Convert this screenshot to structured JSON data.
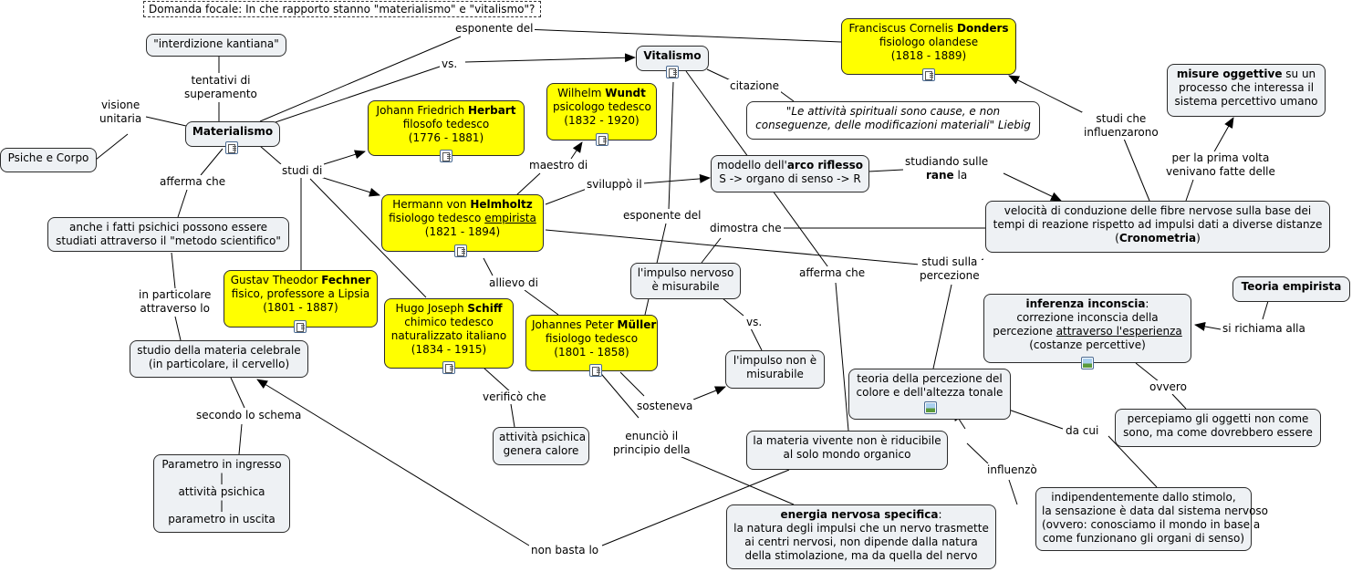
{
  "focal": "Domanda focale: In che rapporto stanno \"materialismo\" e \"vitalismo\"?",
  "nodes": {
    "interdizione": "\"interdizione kantiana\"",
    "materialismo": "Materialismo",
    "psiche": "Psiche e Corpo",
    "fatti_psichici": [
      "anche i fatti psichici possono essere",
      "studiati attraverso il \"metodo scientifico\""
    ],
    "studio_materia": [
      "studio della materia celebrale",
      "(in particolare, il cervello)"
    ],
    "parametro": [
      "Parametro in ingresso",
      "|",
      "attività psichica",
      "|",
      "parametro in uscita"
    ],
    "fechner": {
      "pre": "Gustav Theodor ",
      "bold": "Fechner",
      "l2": "fisico, professore a Lipsia",
      "l3": "(1801 - 1887)"
    },
    "herbart": {
      "pre": "Johann Friedrich ",
      "bold": "Herbart",
      "l2": "filosofo tedesco",
      "l3": "(1776 - 1881)"
    },
    "wundt": {
      "pre": "Wilhelm ",
      "bold": "Wundt",
      "l2": "psicologo tedesco",
      "l3": "(1832 - 1920)"
    },
    "helmholtz": {
      "pre": "Hermann von ",
      "bold": "Helmholtz",
      "l2a": "fisiologo tedesco ",
      "l2u": "empirista",
      "l3": "(1821 - 1894)"
    },
    "schiff": {
      "pre": "Hugo Joseph ",
      "bold": "Schiff",
      "l2": "chimico tedesco",
      "l3": "naturalizzato italiano",
      "l4": "(1834 - 1915)"
    },
    "muller": {
      "pre": "Johannes Peter ",
      "bold": "Müller",
      "l2": "fisiologo tedesco",
      "l3": "(1801 - 1858)"
    },
    "calore": [
      "attività psichica",
      "genera calore"
    ],
    "vitalismo": "Vitalismo",
    "donders": {
      "pre": "Franciscus Cornelis ",
      "bold": "Donders",
      "l2": "fisiologo olandese",
      "l3": "(1818 - 1889)"
    },
    "liebig": [
      "\"Le attività spirituali sono cause, e non",
      "conseguenze, delle modificazioni materiali\" Liebig"
    ],
    "arco": {
      "pre": "modello dell'",
      "bold": "arco riflesso",
      "l2": "S -> organo di senso -> R"
    },
    "impulso_mis": [
      "l'impulso nervoso",
      "è misurabile"
    ],
    "impulso_non": [
      "l'impulso non è",
      "misurabile"
    ],
    "materia_viv": [
      "la materia vivente non è riducibile",
      "al solo mondo organico"
    ],
    "energia": {
      "bold": "energia nervosa specifica",
      "colon": ":",
      "l2": "la natura degli impulsi che un nervo trasmette",
      "l3": "ai centri nervosi, non dipende dalla natura",
      "l4": "della stimolazione, ma da quella del nervo"
    },
    "velocita": {
      "l1": "velocità di conduzione delle fibre nervose sulla base dei",
      "l2": "tempi di reazione rispetto ad impulsi dati a diverse distanze",
      "l3a": "(",
      "l3b": "Cronometria",
      "l3c": ")"
    },
    "misure": {
      "bold": "misure oggettive",
      "l1": " su un",
      "l2": "processo che interessa il",
      "l3": "sistema percettivo umano"
    },
    "teoria_emp": "Teoria empirista",
    "inferenza": {
      "bold": "inferenza inconscia",
      "colon": ":",
      "l2": "correzione inconscia della",
      "l3a": "percezione ",
      "l3u": "attraverso l'esperienza",
      "l4": "(costanze percettive)"
    },
    "percepiamo": [
      "percepiamo gli oggetti non come",
      "sono, ma come dovrebbero essere"
    ],
    "teoria_col": [
      "teoria della percezione del",
      "colore e dell'altezza tonale"
    ],
    "indipend": [
      "indipendentemente dallo stimolo,",
      "la sensazione è data dal sistema nervoso",
      "(ovvero: conosciamo il mondo in base a",
      "come funzionano gli organi di senso)"
    ]
  },
  "labels": {
    "esponente_del_top": "esponente del",
    "vs_top": "vs.",
    "tentativi": [
      "tentativi di",
      "superamento"
    ],
    "visione": [
      "visione",
      "unitaria"
    ],
    "studi_di": "studi di",
    "afferma_che_left": "afferma che",
    "in_particolare": [
      "in particolare",
      "attraverso lo"
    ],
    "secondo": "secondo lo schema",
    "maestro": "maestro di",
    "sviluppo": "sviluppò il",
    "allievo": "allievo di",
    "esponente_del_mid": "esponente del",
    "verifico": "verificò che",
    "sosteneva": "sosteneva",
    "enuncio": [
      "enunciò il",
      "principio della"
    ],
    "non_basta": "non basta lo",
    "citazione": "citazione",
    "studiando": [
      "studiando sulle",
      "rane la"
    ],
    "studiando_bold": "rane",
    "dimostra": "dimostra che",
    "vs_mid": "vs.",
    "afferma_che_mid": "afferma che",
    "studi_percezione": [
      "studi sulla",
      "percezione"
    ],
    "studi_influenzarono": [
      "studi che",
      "influenzarono"
    ],
    "per_la_prima": [
      "per la prima volta",
      "venivano fatte delle"
    ],
    "si_richiama": "si richiama alla",
    "ovvero": "ovvero",
    "da_cui": "da cui",
    "influenzo": "influenzò"
  }
}
